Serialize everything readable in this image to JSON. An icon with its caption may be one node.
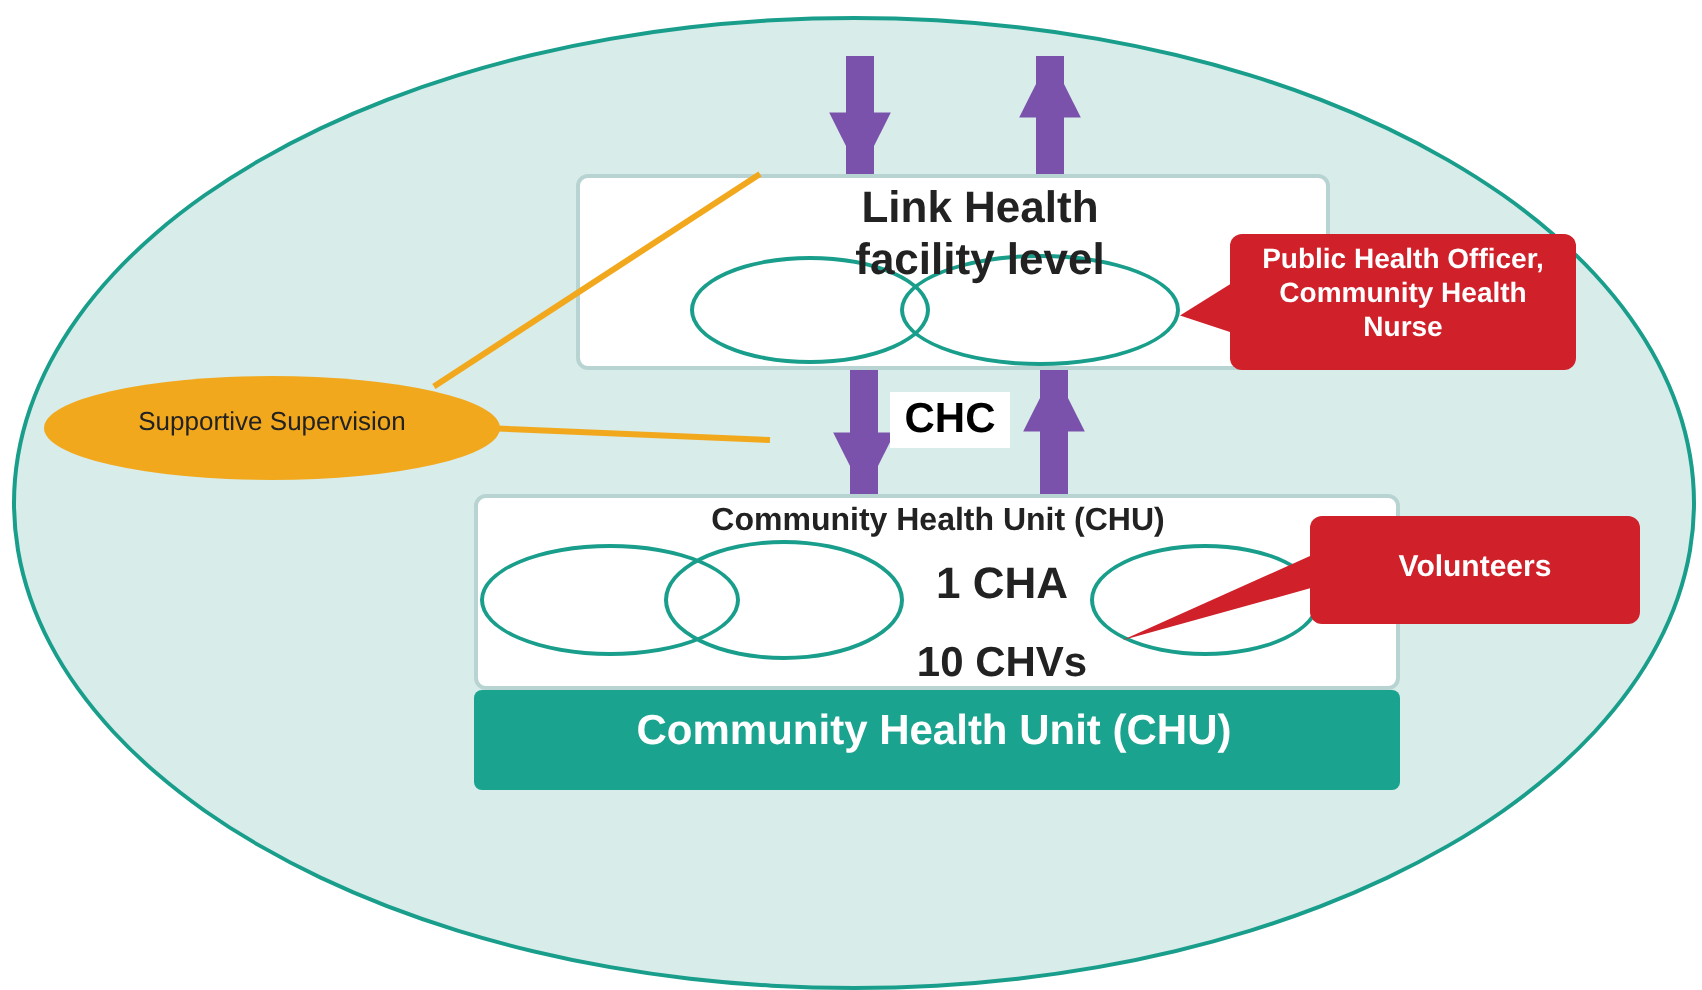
{
  "diagram": {
    "nodes": [
      {
        "text": [],
        "shape": "circle"
      },
      {
        "text": [
          "Link Health facility level"
        ],
        "in": 0
      },
      {
        "text": [],
        "shape": "circle",
        "in": 1
      },
      {
        "text": [],
        "shape": "circle",
        "in": 1
      },
      {
        "text": [
          "Public Health Officer, Community Health Nurse"
        ],
        "in": 0
      },
      {
        "text": [
          "Supportive Supervision"
        ],
        "in": 0
      },
      {
        "text": [
          "Community Health Unit (CHU)",
          "1 CHA",
          "10 CHVs"
        ],
        "in": 0
      },
      {
        "text": [],
        "shape": "circle",
        "in": 6
      },
      {
        "text": [],
        "shape": "circle",
        "in": 6
      },
      {
        "text": [],
        "shape": "circle",
        "in": 6
      },
      {
        "text": [
          "Volunteers"
        ],
        "in": 0
      },
      {
        "text": [
          "Community Health Unit (CHU)"
        ],
        "in": 0
      }
    ],
    "edges": [
      {
        "from": null,
        "to": 1,
        "arrow": "to"
      },
      {
        "from": 1,
        "to": null,
        "arrow": "to"
      },
      {
        "from": 1,
        "to": 6,
        "arrow": "to"
      },
      {
        "from": 6,
        "to": 1,
        "arrow": "to"
      },
      {
        "from": 4,
        "to": 3,
        "arrow": "to",
        "color": "#d0202a"
      },
      {
        "from": 10,
        "to": 9,
        "arrow": "to",
        "color": "#d0202a"
      },
      {
        "from": 5,
        "to": 1,
        "arrow": "none",
        "color": "#f2a81d"
      },
      {
        "from": 5,
        "to": null,
        "arrow": "none",
        "color": "#f2a81d"
      }
    ],
    "labels": [
      "CHC"
    ]
  }
}
